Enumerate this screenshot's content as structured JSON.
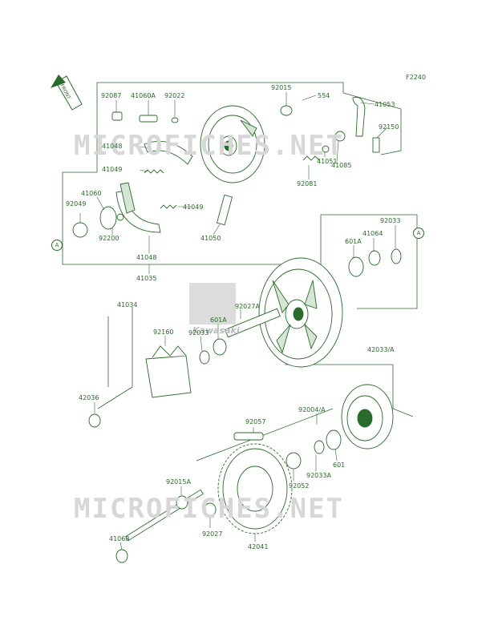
{
  "figure_ref": "F2240",
  "front_label": "FRONT",
  "watermark": "MICROFICHES.NET",
  "brand": "Kawasaki",
  "ref_marker": "A",
  "parts": [
    {
      "id": "92087",
      "text": "92087"
    },
    {
      "id": "41060A",
      "text": "41060A"
    },
    {
      "id": "92022",
      "text": "92022"
    },
    {
      "id": "92015",
      "text": "92015"
    },
    {
      "id": "554",
      "text": "554"
    },
    {
      "id": "41053",
      "text": "41053"
    },
    {
      "id": "92150",
      "text": "92150"
    },
    {
      "id": "41048a",
      "text": "41048"
    },
    {
      "id": "41049a",
      "text": "41049"
    },
    {
      "id": "41051",
      "text": "41051"
    },
    {
      "id": "41085",
      "text": "41085"
    },
    {
      "id": "92081",
      "text": "92081"
    },
    {
      "id": "41060",
      "text": "41060"
    },
    {
      "id": "92049",
      "text": "92049"
    },
    {
      "id": "41049b",
      "text": "41049"
    },
    {
      "id": "92200",
      "text": "92200"
    },
    {
      "id": "41050",
      "text": "41050"
    },
    {
      "id": "41048b",
      "text": "41048"
    },
    {
      "id": "41035",
      "text": "41035"
    },
    {
      "id": "92033a",
      "text": "92033"
    },
    {
      "id": "41064",
      "text": "41064"
    },
    {
      "id": "601Aa",
      "text": "601A"
    },
    {
      "id": "41034",
      "text": "41034"
    },
    {
      "id": "92027A",
      "text": "92027A"
    },
    {
      "id": "601Ab",
      "text": "601A"
    },
    {
      "id": "92160",
      "text": "92160"
    },
    {
      "id": "92033b",
      "text": "92033"
    },
    {
      "id": "42033A",
      "text": "42033/A"
    },
    {
      "id": "42036",
      "text": "42036"
    },
    {
      "id": "92004A",
      "text": "92004/A"
    },
    {
      "id": "92057",
      "text": "92057"
    },
    {
      "id": "601",
      "text": "601"
    },
    {
      "id": "92015A",
      "text": "92015A"
    },
    {
      "id": "92033A",
      "text": "92033A"
    },
    {
      "id": "92052",
      "text": "92052"
    },
    {
      "id": "92027",
      "text": "92027"
    },
    {
      "id": "41068",
      "text": "41068"
    },
    {
      "id": "42041",
      "text": "42041"
    }
  ]
}
